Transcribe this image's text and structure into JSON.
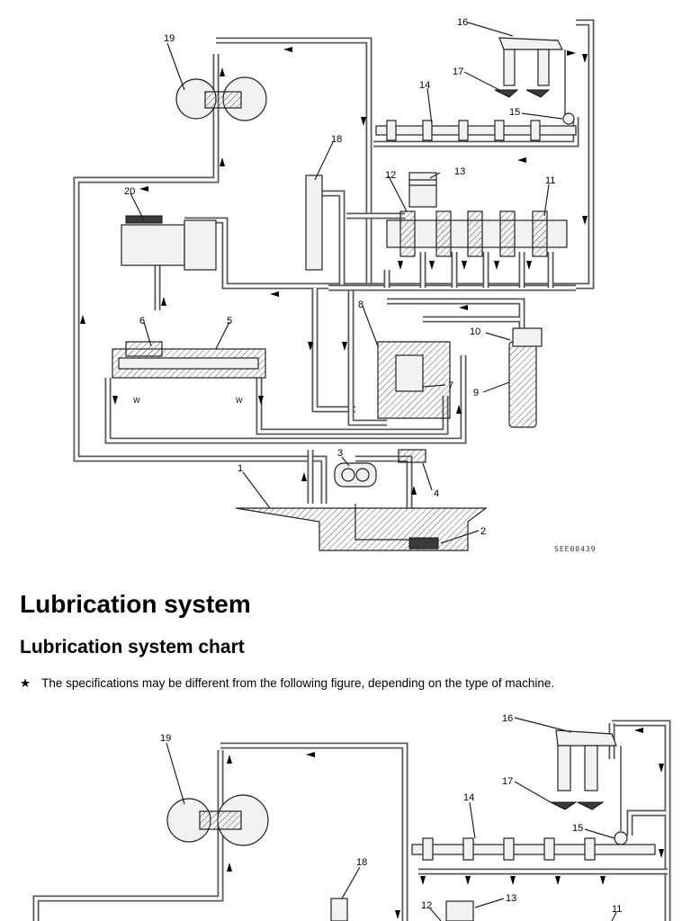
{
  "diagram_top": {
    "labels": [
      "1",
      "2",
      "3",
      "4",
      "5",
      "6",
      "7",
      "8",
      "9",
      "10",
      "11",
      "12",
      "13",
      "14",
      "15",
      "16",
      "17",
      "18",
      "19",
      "20"
    ],
    "figure_code": "SEE00439",
    "flow_marks": [
      "W",
      "W"
    ]
  },
  "section": {
    "title": "Lubrication system",
    "subtitle": "Lubrication system chart",
    "note_marker": "★",
    "note_text": "The specifications may be different from the following figure, depending on the type of machine."
  },
  "diagram_bottom": {
    "labels": [
      "19",
      "16",
      "17",
      "14",
      "15",
      "18",
      "13",
      "12",
      "11"
    ]
  }
}
